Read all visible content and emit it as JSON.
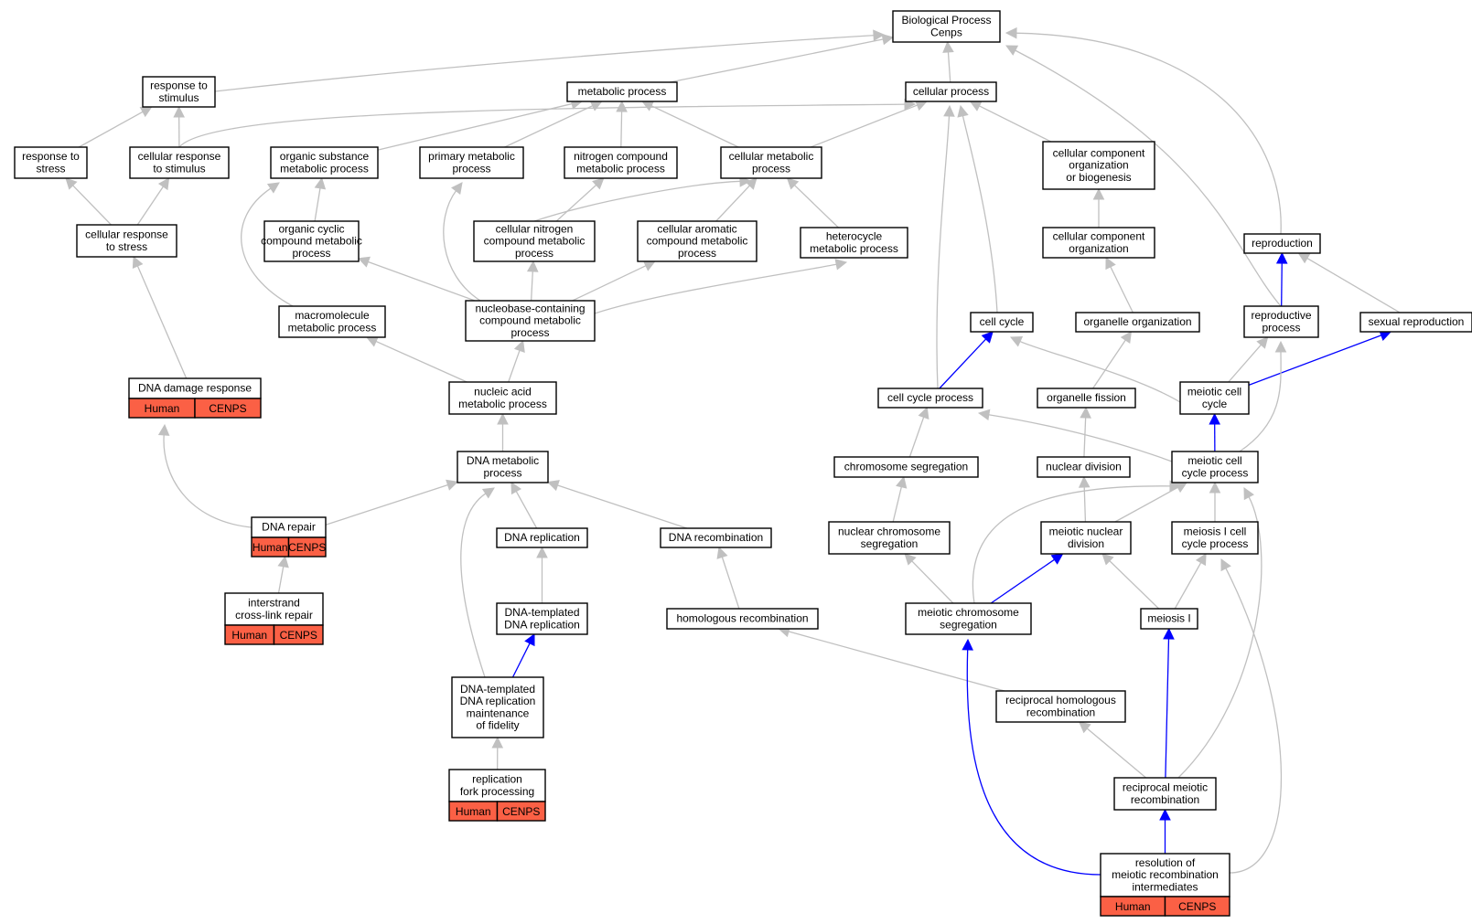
{
  "colors": {
    "edge": "#c0c0c0",
    "highlight_edge": "#0000ff",
    "annotation_fill": "#fb6045"
  },
  "nodes": [
    {
      "id": "bp",
      "lines": [
        "Biological Process",
        "Cenps"
      ]
    },
    {
      "id": "response_to_stimulus",
      "lines": [
        "response to",
        "stimulus"
      ]
    },
    {
      "id": "metabolic_process",
      "lines": [
        "metabolic process"
      ]
    },
    {
      "id": "cellular_process",
      "lines": [
        "cellular process"
      ]
    },
    {
      "id": "response_to_stress",
      "lines": [
        "response to",
        "stress"
      ]
    },
    {
      "id": "cellular_response_to_stimulus",
      "lines": [
        "cellular response",
        "to stimulus"
      ]
    },
    {
      "id": "organic_substance_metabolic_process",
      "lines": [
        "organic substance",
        "metabolic process"
      ]
    },
    {
      "id": "primary_metabolic_process",
      "lines": [
        "primary metabolic",
        "process"
      ]
    },
    {
      "id": "nitrogen_compound_metabolic_process",
      "lines": [
        "nitrogen compound",
        "metabolic process"
      ]
    },
    {
      "id": "cellular_metabolic_process",
      "lines": [
        "cellular metabolic",
        "process"
      ]
    },
    {
      "id": "cellular_component_organization_or_biogenesis",
      "lines": [
        "cellular component",
        "organization",
        "or biogenesis"
      ]
    },
    {
      "id": "cellular_response_to_stress",
      "lines": [
        "cellular response",
        "to stress"
      ]
    },
    {
      "id": "organic_cyclic_compound_metabolic_process",
      "lines": [
        "organic cyclic",
        "compound metabolic",
        "process"
      ]
    },
    {
      "id": "cellular_nitrogen_compound_metabolic_process",
      "lines": [
        "cellular nitrogen",
        "compound metabolic",
        "process"
      ]
    },
    {
      "id": "cellular_aromatic_compound_metabolic_process",
      "lines": [
        "cellular aromatic",
        "compound metabolic",
        "process"
      ]
    },
    {
      "id": "heterocycle_metabolic_process",
      "lines": [
        "heterocycle",
        "metabolic process"
      ]
    },
    {
      "id": "cellular_component_organization",
      "lines": [
        "cellular component",
        "organization"
      ]
    },
    {
      "id": "reproduction",
      "lines": [
        "reproduction"
      ]
    },
    {
      "id": "macromolecule_metabolic_process",
      "lines": [
        "macromolecule",
        "metabolic process"
      ]
    },
    {
      "id": "nucleobase_containing_compound_metabolic_process",
      "lines": [
        "nucleobase-containing",
        "compound metabolic",
        "process"
      ]
    },
    {
      "id": "cell_cycle",
      "lines": [
        "cell cycle"
      ]
    },
    {
      "id": "organelle_organization",
      "lines": [
        "organelle organization"
      ]
    },
    {
      "id": "reproductive_process",
      "lines": [
        "reproductive",
        "process"
      ]
    },
    {
      "id": "sexual_reproduction",
      "lines": [
        "sexual reproduction"
      ]
    },
    {
      "id": "dna_damage_response",
      "lines": [
        "DNA damage response"
      ],
      "annotation": [
        "Human",
        "CENPS"
      ]
    },
    {
      "id": "nucleic_acid_metabolic_process",
      "lines": [
        "nucleic acid",
        "metabolic process"
      ]
    },
    {
      "id": "cell_cycle_process",
      "lines": [
        "cell cycle process"
      ]
    },
    {
      "id": "organelle_fission",
      "lines": [
        "organelle fission"
      ]
    },
    {
      "id": "meiotic_cell_cycle",
      "lines": [
        "meiotic cell",
        "cycle"
      ]
    },
    {
      "id": "dna_metabolic_process",
      "lines": [
        "DNA metabolic",
        "process"
      ]
    },
    {
      "id": "chromosome_segregation",
      "lines": [
        "chromosome segregation"
      ]
    },
    {
      "id": "nuclear_division",
      "lines": [
        "nuclear division"
      ]
    },
    {
      "id": "meiotic_cell_cycle_process",
      "lines": [
        "meiotic cell",
        "cycle process"
      ]
    },
    {
      "id": "dna_repair",
      "lines": [
        "DNA repair"
      ],
      "annotation": [
        "Human",
        "CENPS"
      ]
    },
    {
      "id": "dna_replication",
      "lines": [
        "DNA replication"
      ]
    },
    {
      "id": "dna_recombination",
      "lines": [
        "DNA recombination"
      ]
    },
    {
      "id": "nuclear_chromosome_segregation",
      "lines": [
        "nuclear chromosome",
        "segregation"
      ]
    },
    {
      "id": "meiotic_nuclear_division",
      "lines": [
        "meiotic nuclear",
        "division"
      ]
    },
    {
      "id": "meiosis_i_cell_cycle_process",
      "lines": [
        "meiosis I cell",
        "cycle process"
      ]
    },
    {
      "id": "interstrand_cross_link_repair",
      "lines": [
        "interstrand",
        "cross-link repair"
      ],
      "annotation": [
        "Human",
        "CENPS"
      ]
    },
    {
      "id": "dna_templated_dna_replication",
      "lines": [
        "DNA-templated",
        "DNA replication"
      ]
    },
    {
      "id": "homologous_recombination",
      "lines": [
        "homologous recombination"
      ]
    },
    {
      "id": "meiotic_chromosome_segregation",
      "lines": [
        "meiotic chromosome",
        "segregation"
      ]
    },
    {
      "id": "meiosis_i",
      "lines": [
        "meiosis I"
      ]
    },
    {
      "id": "dna_templated_dna_replication_maintenance_of_fidelity",
      "lines": [
        "DNA-templated",
        "DNA replication",
        "maintenance",
        "of fidelity"
      ]
    },
    {
      "id": "reciprocal_homologous_recombination",
      "lines": [
        "reciprocal homologous",
        "recombination"
      ]
    },
    {
      "id": "reciprocal_meiotic_recombination",
      "lines": [
        "reciprocal meiotic",
        "recombination"
      ]
    },
    {
      "id": "replication_fork_processing",
      "lines": [
        "replication",
        "fork processing"
      ],
      "annotation": [
        "Human",
        "CENPS"
      ]
    },
    {
      "id": "resolution_of_meiotic_recombination_intermediates",
      "lines": [
        "resolution of",
        "meiotic recombination",
        "intermediates"
      ],
      "annotation": [
        "Human",
        "CENPS"
      ]
    }
  ],
  "edges": [
    {
      "from": "response_to_stimulus",
      "to": "bp"
    },
    {
      "from": "metabolic_process",
      "to": "bp"
    },
    {
      "from": "cellular_process",
      "to": "bp"
    },
    {
      "from": "reproduction",
      "to": "bp"
    },
    {
      "from": "reproductive_process",
      "to": "bp"
    },
    {
      "from": "response_to_stress",
      "to": "response_to_stimulus"
    },
    {
      "from": "cellular_response_to_stimulus",
      "to": "response_to_stimulus"
    },
    {
      "from": "cellular_response_to_stimulus",
      "to": "cellular_process"
    },
    {
      "from": "organic_substance_metabolic_process",
      "to": "metabolic_process"
    },
    {
      "from": "primary_metabolic_process",
      "to": "metabolic_process"
    },
    {
      "from": "nitrogen_compound_metabolic_process",
      "to": "metabolic_process"
    },
    {
      "from": "cellular_metabolic_process",
      "to": "metabolic_process"
    },
    {
      "from": "cellular_metabolic_process",
      "to": "cellular_process"
    },
    {
      "from": "cellular_component_organization_or_biogenesis",
      "to": "cellular_process"
    },
    {
      "from": "cell_cycle",
      "to": "cellular_process"
    },
    {
      "from": "cell_cycle_process",
      "to": "cellular_process"
    },
    {
      "from": "cellular_response_to_stress",
      "to": "response_to_stress"
    },
    {
      "from": "cellular_response_to_stress",
      "to": "cellular_response_to_stimulus"
    },
    {
      "from": "organic_cyclic_compound_metabolic_process",
      "to": "organic_substance_metabolic_process"
    },
    {
      "from": "macromolecule_metabolic_process",
      "to": "organic_substance_metabolic_process"
    },
    {
      "from": "nucleobase_containing_compound_metabolic_process",
      "to": "primary_metabolic_process"
    },
    {
      "from": "cellular_nitrogen_compound_metabolic_process",
      "to": "nitrogen_compound_metabolic_process"
    },
    {
      "from": "cellular_nitrogen_compound_metabolic_process",
      "to": "cellular_metabolic_process"
    },
    {
      "from": "cellular_aromatic_compound_metabolic_process",
      "to": "cellular_metabolic_process"
    },
    {
      "from": "heterocycle_metabolic_process",
      "to": "cellular_metabolic_process"
    },
    {
      "from": "cellular_component_organization",
      "to": "cellular_component_organization_or_biogenesis"
    },
    {
      "from": "nucleobase_containing_compound_metabolic_process",
      "to": "organic_cyclic_compound_metabolic_process"
    },
    {
      "from": "nucleobase_containing_compound_metabolic_process",
      "to": "cellular_nitrogen_compound_metabolic_process"
    },
    {
      "from": "nucleobase_containing_compound_metabolic_process",
      "to": "cellular_aromatic_compound_metabolic_process"
    },
    {
      "from": "nucleobase_containing_compound_metabolic_process",
      "to": "heterocycle_metabolic_process"
    },
    {
      "from": "organelle_organization",
      "to": "cellular_component_organization"
    },
    {
      "from": "reproductive_process",
      "to": "reproduction",
      "highlight": true
    },
    {
      "from": "sexual_reproduction",
      "to": "reproduction"
    },
    {
      "from": "nucleic_acid_metabolic_process",
      "to": "macromolecule_metabolic_process"
    },
    {
      "from": "nucleic_acid_metabolic_process",
      "to": "nucleobase_containing_compound_metabolic_process"
    },
    {
      "from": "dna_damage_response",
      "to": "cellular_response_to_stress"
    },
    {
      "from": "cell_cycle_process",
      "to": "cell_cycle",
      "highlight": true
    },
    {
      "from": "meiotic_cell_cycle",
      "to": "cell_cycle"
    },
    {
      "from": "organelle_fission",
      "to": "organelle_organization"
    },
    {
      "from": "meiotic_cell_cycle",
      "to": "reproductive_process"
    },
    {
      "from": "meiotic_cell_cycle",
      "to": "sexual_reproduction",
      "highlight": true
    },
    {
      "from": "meiotic_cell_cycle_process",
      "to": "reproductive_process"
    },
    {
      "from": "meiotic_cell_cycle_process",
      "to": "meiotic_cell_cycle",
      "highlight": true
    },
    {
      "from": "meiotic_cell_cycle_process",
      "to": "cell_cycle_process"
    },
    {
      "from": "dna_metabolic_process",
      "to": "nucleic_acid_metabolic_process"
    },
    {
      "from": "chromosome_segregation",
      "to": "cell_cycle_process"
    },
    {
      "from": "nuclear_division",
      "to": "organelle_fission"
    },
    {
      "from": "dna_repair",
      "to": "dna_damage_response"
    },
    {
      "from": "dna_repair",
      "to": "dna_metabolic_process"
    },
    {
      "from": "dna_replication",
      "to": "dna_metabolic_process"
    },
    {
      "from": "dna_recombination",
      "to": "dna_metabolic_process"
    },
    {
      "from": "dna_templated_dna_replication_maintenance_of_fidelity",
      "to": "dna_metabolic_process"
    },
    {
      "from": "nuclear_chromosome_segregation",
      "to": "chromosome_segregation"
    },
    {
      "from": "meiotic_nuclear_division",
      "to": "nuclear_division"
    },
    {
      "from": "meiotic_nuclear_division",
      "to": "meiotic_cell_cycle_process"
    },
    {
      "from": "meiosis_i_cell_cycle_process",
      "to": "meiotic_cell_cycle_process"
    },
    {
      "from": "meiotic_chromosome_segregation",
      "to": "meiotic_cell_cycle_process"
    },
    {
      "from": "reciprocal_meiotic_recombination",
      "to": "meiotic_cell_cycle_process"
    },
    {
      "from": "interstrand_cross_link_repair",
      "to": "dna_repair"
    },
    {
      "from": "dna_templated_dna_replication",
      "to": "dna_replication"
    },
    {
      "from": "homologous_recombination",
      "to": "dna_recombination"
    },
    {
      "from": "meiotic_chromosome_segregation",
      "to": "nuclear_chromosome_segregation"
    },
    {
      "from": "meiotic_chromosome_segregation",
      "to": "meiotic_nuclear_division",
      "highlight": true
    },
    {
      "from": "meiosis_i",
      "to": "meiotic_nuclear_division"
    },
    {
      "from": "meiosis_i",
      "to": "meiosis_i_cell_cycle_process"
    },
    {
      "from": "resolution_of_meiotic_recombination_intermediates",
      "to": "meiosis_i_cell_cycle_process"
    },
    {
      "from": "dna_templated_dna_replication_maintenance_of_fidelity",
      "to": "dna_templated_dna_replication",
      "highlight": true
    },
    {
      "from": "reciprocal_homologous_recombination",
      "to": "homologous_recombination"
    },
    {
      "from": "reciprocal_meiotic_recombination",
      "to": "reciprocal_homologous_recombination"
    },
    {
      "from": "reciprocal_meiotic_recombination",
      "to": "meiosis_i",
      "highlight": true
    },
    {
      "from": "resolution_of_meiotic_recombination_intermediates",
      "to": "meiotic_chromosome_segregation",
      "highlight": true
    },
    {
      "from": "resolution_of_meiotic_recombination_intermediates",
      "to": "reciprocal_meiotic_recombination",
      "highlight": true
    },
    {
      "from": "replication_fork_processing",
      "to": "dna_templated_dna_replication_maintenance_of_fidelity"
    }
  ]
}
